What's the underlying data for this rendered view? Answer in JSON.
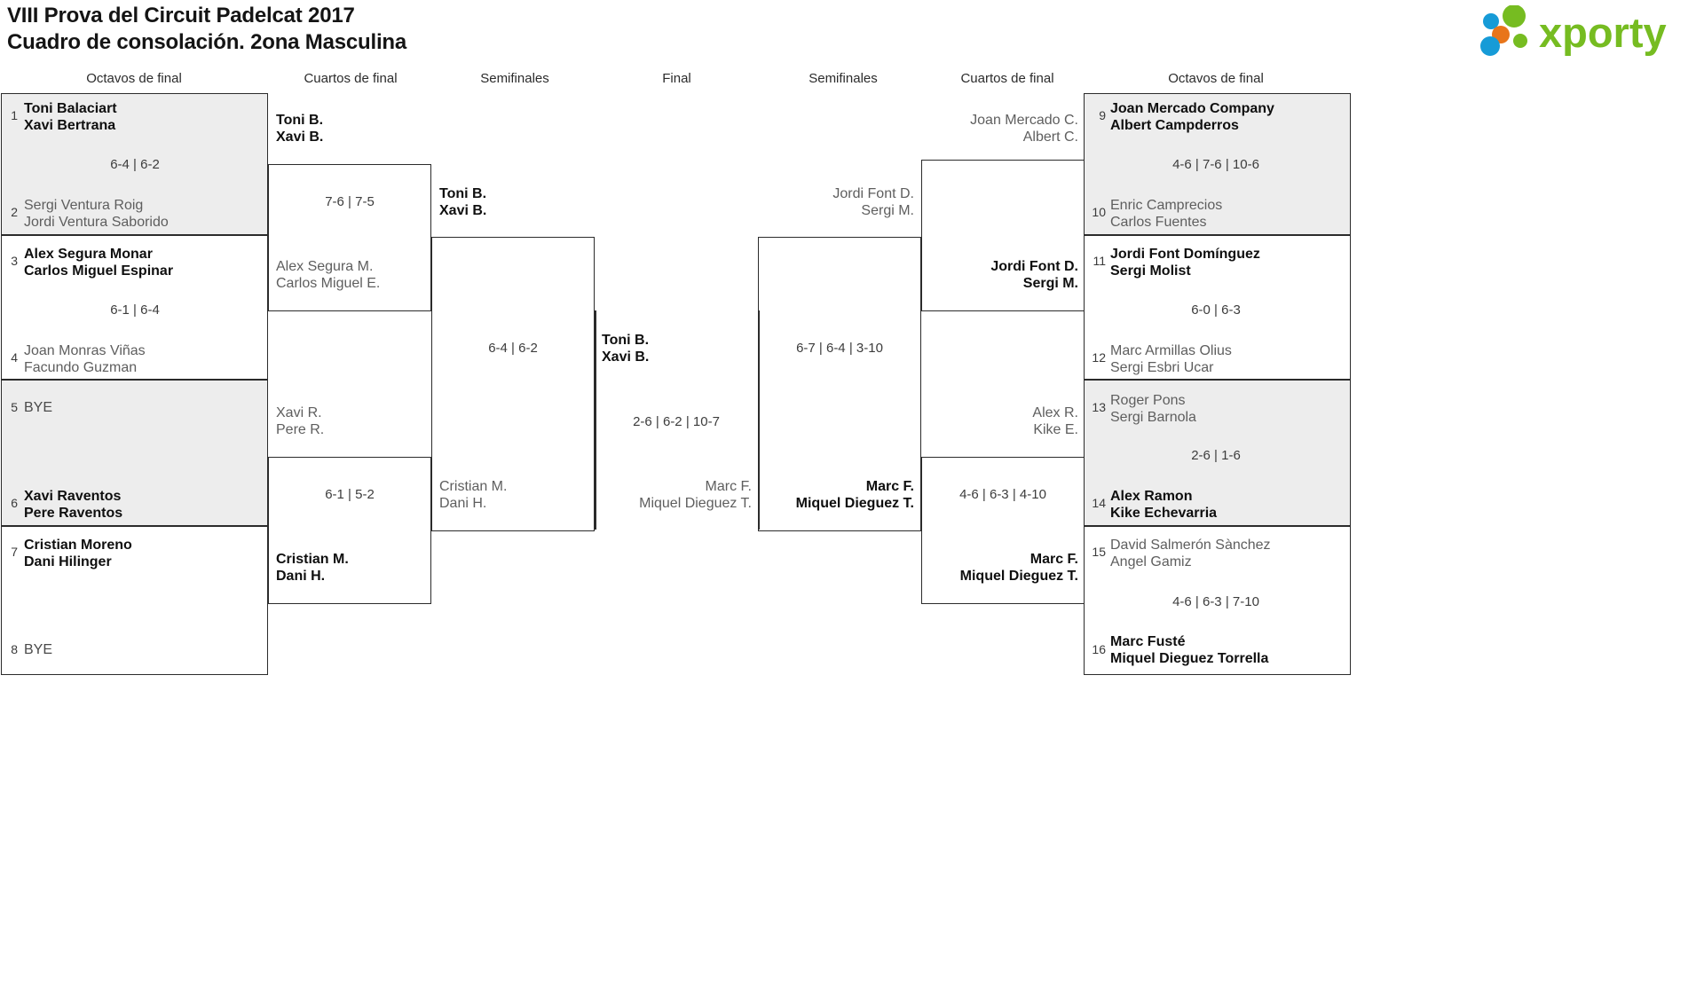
{
  "header": {
    "title_line1": "VIII Prova del Circuit Padelcat 2017",
    "title_line2": "Cuadro de consolación. 2ona Masculina",
    "logo_text": "xporty",
    "logo_colors": {
      "green": "#76bc21",
      "blue": "#169bd7",
      "orange": "#e8751a"
    }
  },
  "round_headers": {
    "left_r16": "Octavos de final",
    "left_qf": "Cuartos de final",
    "left_sf": "Semifinales",
    "final": "Final",
    "right_sf": "Semifinales",
    "right_qf": "Cuartos de final",
    "right_r16": "Octavos de final"
  },
  "left": {
    "r16": [
      {
        "seed": "1",
        "line1": "Toni Balaciart",
        "line2": "Xavi Bertrana",
        "winner": true,
        "shaded": true
      },
      {
        "seed": "2",
        "line1": "Sergi Ventura Roig",
        "line2": "Jordi Ventura Saborido",
        "winner": false,
        "shaded": true
      },
      {
        "seed": "3",
        "line1": "Alex Segura Monar",
        "line2": "Carlos Miguel Espinar",
        "winner": true,
        "shaded": false
      },
      {
        "seed": "4",
        "line1": "Joan Monras Viñas",
        "line2": "Facundo Guzman",
        "winner": false,
        "shaded": false
      },
      {
        "seed": "5",
        "line1": "BYE",
        "line2": "",
        "winner": false,
        "shaded": true
      },
      {
        "seed": "6",
        "line1": "Xavi Raventos",
        "line2": "Pere Raventos",
        "winner": true,
        "shaded": true
      },
      {
        "seed": "7",
        "line1": "Cristian Moreno",
        "line2": "Dani Hilinger",
        "winner": true,
        "shaded": false
      },
      {
        "seed": "8",
        "line1": "BYE",
        "line2": "",
        "winner": false,
        "shaded": false
      }
    ],
    "r16_scores": [
      "6-4 | 6-2",
      "6-1 | 6-4",
      "",
      ""
    ],
    "qf": [
      {
        "line1": "Toni B.",
        "line2": "Xavi B.",
        "winner": true
      },
      {
        "line1": "Alex Segura M.",
        "line2": "Carlos Miguel E.",
        "winner": false
      },
      {
        "line1": "Xavi R.",
        "line2": "Pere R.",
        "winner": false
      },
      {
        "line1": "Cristian M.",
        "line2": "Dani H.",
        "winner": true
      }
    ],
    "qf_scores": [
      "7-6 | 7-5",
      "6-1 | 5-2"
    ],
    "sf": [
      {
        "line1": "Toni B.",
        "line2": "Xavi B.",
        "winner": true
      },
      {
        "line1": "Cristian M.",
        "line2": "Dani H.",
        "winner": false
      }
    ],
    "sf_scores": [
      "6-4 | 6-2"
    ]
  },
  "final": {
    "top": {
      "line1": "Toni B.",
      "line2": "Xavi B.",
      "winner": true
    },
    "bottom": {
      "line1": "Marc F.",
      "line2": "Miquel Dieguez T.",
      "winner": false
    },
    "score": "2-6 | 6-2 | 10-7"
  },
  "right": {
    "sf": [
      {
        "line1": "Jordi Font D.",
        "line2": "Sergi M.",
        "winner": false
      },
      {
        "line1": "Marc F.",
        "line2": "Miquel Dieguez T.",
        "winner": true
      }
    ],
    "sf_scores": [
      "6-7 | 6-4 | 3-10"
    ],
    "qf": [
      {
        "line1": "Joan Mercado C.",
        "line2": "Albert C.",
        "winner": false
      },
      {
        "line1": "Jordi Font D.",
        "line2": "Sergi M.",
        "winner": true
      },
      {
        "line1": "Alex R.",
        "line2": "Kike E.",
        "winner": false
      },
      {
        "line1": "Marc F.",
        "line2": "Miquel Dieguez T.",
        "winner": true
      }
    ],
    "qf_scores": [
      "",
      "4-6 | 6-3 | 4-10"
    ],
    "r16": [
      {
        "seed": "9",
        "line1": "Joan Mercado Company",
        "line2": "Albert Campderros",
        "winner": true,
        "shaded": true
      },
      {
        "seed": "10",
        "line1": "Enric Camprecios",
        "line2": "Carlos Fuentes",
        "winner": false,
        "shaded": true
      },
      {
        "seed": "11",
        "line1": "Jordi Font Domínguez",
        "line2": "Sergi Molist",
        "winner": true,
        "shaded": false
      },
      {
        "seed": "12",
        "line1": "Marc Armillas Olius",
        "line2": "Sergi Esbri Ucar",
        "winner": false,
        "shaded": false
      },
      {
        "seed": "13",
        "line1": "Roger Pons",
        "line2": "Sergi Barnola",
        "winner": false,
        "shaded": true
      },
      {
        "seed": "14",
        "line1": "Alex Ramon",
        "line2": "Kike Echevarria",
        "winner": true,
        "shaded": true
      },
      {
        "seed": "15",
        "line1": "David Salmerón Sànchez",
        "line2": "Angel Gamiz",
        "winner": false,
        "shaded": false
      },
      {
        "seed": "16",
        "line1": "Marc Fusté",
        "line2": "Miquel Dieguez Torrella",
        "winner": true,
        "shaded": false
      }
    ],
    "r16_scores": [
      "4-6 | 7-6 | 10-6",
      "6-0 | 6-3",
      "2-6 | 1-6",
      "4-6 | 6-3 | 7-10"
    ]
  }
}
